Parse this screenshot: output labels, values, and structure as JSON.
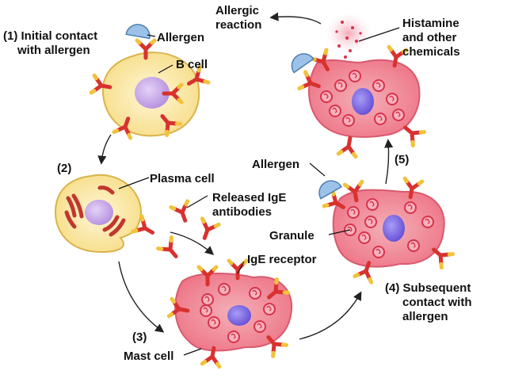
{
  "labels": {
    "step1_line1": "(1) Initial contact",
    "step1_line2": "with allergen",
    "allergen_top": "Allergen",
    "b_cell": "B cell",
    "step2": "(2)",
    "plasma_cell": "Plasma cell",
    "released_line1": "Released IgE",
    "released_line2": "antibodies",
    "ige_receptor": "IgE receptor",
    "step3": "(3)",
    "mast_cell": "Mast cell",
    "allergic_line1": "Allergic",
    "allergic_line2": "reaction",
    "histamine_line1": "Histamine",
    "histamine_line2": "and other",
    "histamine_line3": "chemicals",
    "allergen_right": "Allergen",
    "step5": "(5)",
    "granule": "Granule",
    "step4_line1": "(4) Subsequent",
    "step4_line2": "contact with",
    "step4_line3": "allergen"
  },
  "colors": {
    "b_cell_fill": "#fbe7a6",
    "b_cell_outline": "#d9b44a",
    "nucleus": "#c6a2e6",
    "mast_cell_fill": "#f58a99",
    "mast_cell_outline": "#d85a6e",
    "mast_nucleus": "#7f6ae6",
    "antibody_red": "#d8322f",
    "antibody_tip": "#f2c23a",
    "allergen_blue": "#9cc2e9",
    "plasma_er": "#c2362f",
    "granule": "#e23a52"
  }
}
